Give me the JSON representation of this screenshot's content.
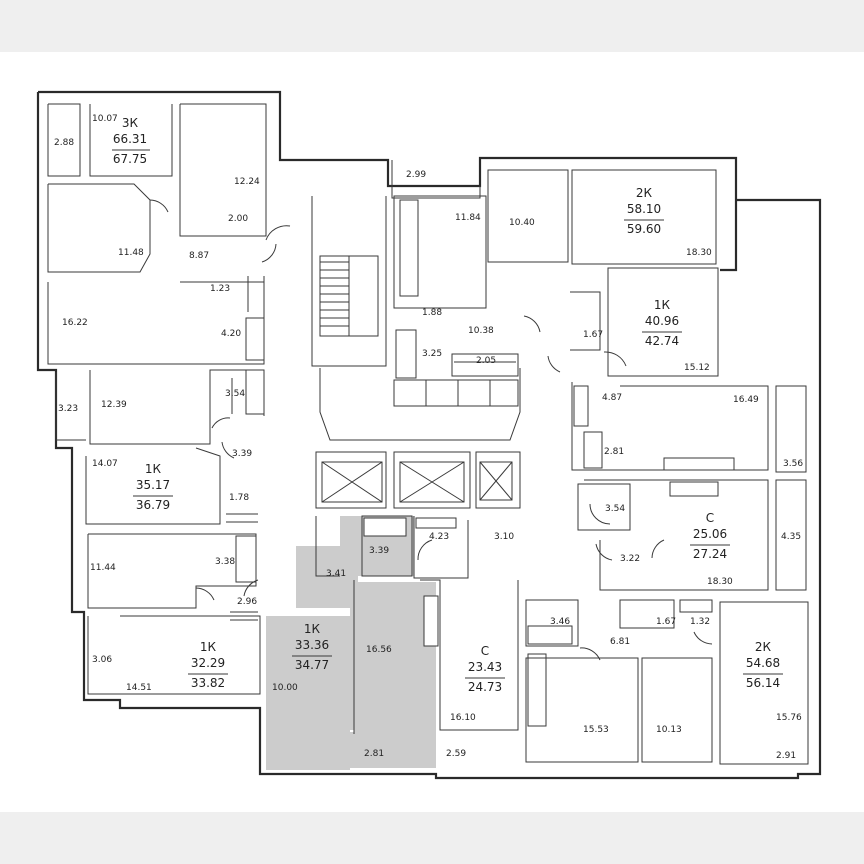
{
  "colors": {
    "background": "#efefef",
    "floor": "#ffffff",
    "wall": "#2a2a2a",
    "highlight": "#cccccc"
  },
  "units": [
    {
      "code": "3К",
      "living": "66.31",
      "total": "67.75"
    },
    {
      "code": "2К",
      "living": "58.10",
      "total": "59.60"
    },
    {
      "code": "1К",
      "living": "40.96",
      "total": "42.74"
    },
    {
      "code": "1К",
      "living": "35.17",
      "total": "36.79"
    },
    {
      "code": "С",
      "living": "25.06",
      "total": "27.24"
    },
    {
      "code": "1К",
      "living": "33.36",
      "total": "34.77",
      "highlighted": true
    },
    {
      "code": "С",
      "living": "23.43",
      "total": "24.73"
    },
    {
      "code": "1К",
      "living": "32.29",
      "total": "33.82"
    },
    {
      "code": "2К",
      "living": "54.68",
      "total": "56.14"
    }
  ],
  "room_areas": [
    "10.07",
    "2.88",
    "12.24",
    "2.00",
    "11.48",
    "8.87",
    "16.22",
    "1.23",
    "4.20",
    "12.39",
    "3.23",
    "3.54",
    "3.39",
    "14.07",
    "1.78",
    "11.44",
    "3.38",
    "2.96",
    "3.06",
    "14.51",
    "10.00",
    "3.41",
    "3.39",
    "16.56",
    "4.23",
    "3.10",
    "2.99",
    "11.84",
    "10.40",
    "18.30",
    "1.88",
    "10.38",
    "3.25",
    "2.05",
    "1.67",
    "15.12",
    "4.87",
    "16.49",
    "2.81",
    "3.56",
    "3.54",
    "3.22",
    "4.35",
    "18.30",
    "3.46",
    "6.81",
    "1.67",
    "1.32",
    "16.10",
    "15.53",
    "10.13",
    "15.76",
    "2.81",
    "2.59",
    "2.91"
  ]
}
